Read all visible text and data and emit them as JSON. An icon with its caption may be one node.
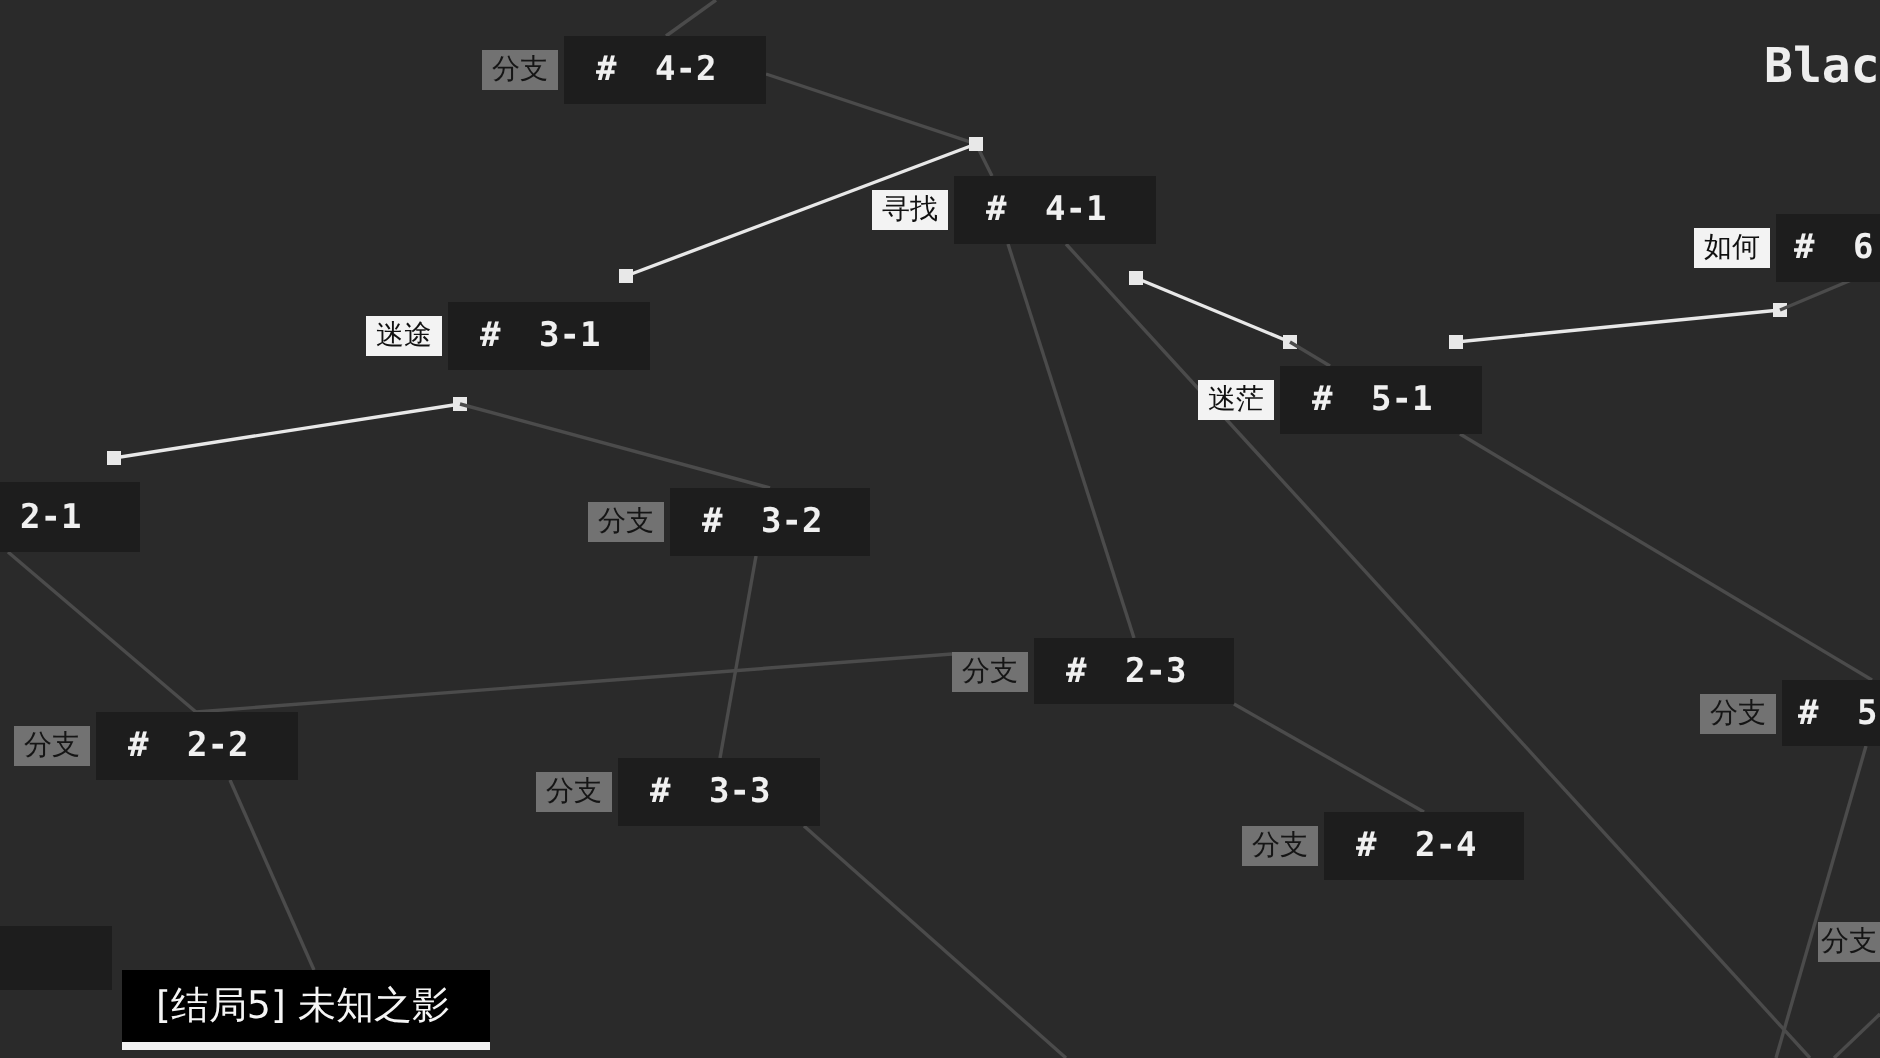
{
  "diagram": {
    "nodes": [
      {
        "text": [
          "分支",
          "# 4-2"
        ]
      },
      {
        "text": [
          "寻找",
          "# 4-1"
        ]
      },
      {
        "text": [
          "如何",
          "# 6"
        ]
      },
      {
        "text": [
          "迷途",
          "# 3-1"
        ]
      },
      {
        "text": [
          "迷茫",
          "# 5-1"
        ]
      },
      {
        "text": [
          "2-1"
        ]
      },
      {
        "text": [
          "分支",
          "# 3-2"
        ]
      },
      {
        "text": [
          "分支",
          "# 2-3"
        ]
      },
      {
        "text": [
          "分支",
          "# 5"
        ]
      },
      {
        "text": [
          "分支",
          "# 2-2"
        ]
      },
      {
        "text": [
          "分支",
          "# 3-3"
        ]
      },
      {
        "text": [
          "分支",
          "# 2-4"
        ]
      },
      {
        "text": [
          "分支"
        ]
      },
      {
        "text": [],
        "shape": "box"
      },
      {
        "text": [
          "[结局5] 未知之影"
        ]
      }
    ],
    "edges": [
      {
        "from": 0,
        "to": null,
        "arrow": "none"
      },
      {
        "from": 0,
        "to": 1,
        "arrow": "none"
      },
      {
        "from": 1,
        "to": 7,
        "arrow": "none"
      },
      {
        "from": 1,
        "to": null,
        "arrow": "none"
      },
      {
        "from": 3,
        "to": 1,
        "arrow": "other",
        "color": "#e8e8e8"
      },
      {
        "from": 5,
        "to": 3,
        "arrow": "other",
        "color": "#e8e8e8"
      },
      {
        "from": 1,
        "to": 4,
        "arrow": "other",
        "color": "#e8e8e8"
      },
      {
        "from": 4,
        "to": 2,
        "arrow": "other",
        "color": "#e8e8e8"
      },
      {
        "from": 3,
        "to": 6,
        "arrow": "none"
      },
      {
        "from": 5,
        "to": 9,
        "arrow": "none"
      },
      {
        "from": 9,
        "to": 7,
        "arrow": "none"
      },
      {
        "from": 6,
        "to": 10,
        "arrow": "none"
      },
      {
        "from": 9,
        "to": 14,
        "arrow": "none"
      },
      {
        "from": 10,
        "to": null,
        "arrow": "none"
      },
      {
        "from": 7,
        "to": 11,
        "arrow": "none"
      },
      {
        "from": 4,
        "to": 8,
        "arrow": "none"
      },
      {
        "from": 8,
        "to": null,
        "arrow": "none"
      }
    ],
    "labels": [
      "Blac"
    ]
  }
}
